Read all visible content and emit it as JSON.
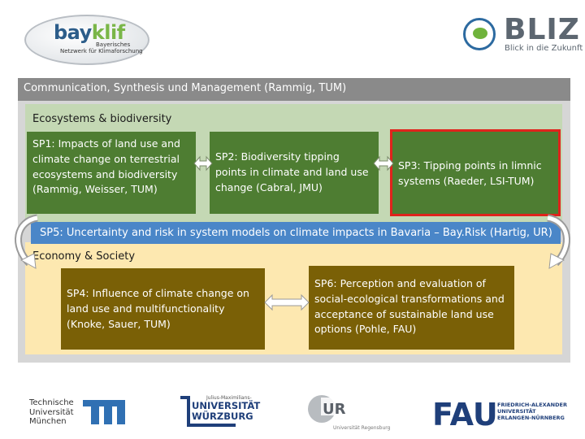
{
  "logos": {
    "bayklif": {
      "word_a": "bay",
      "word_b": "klif",
      "line1": "Bayerisches",
      "line2": "Netzwerk für Klimaforschung"
    },
    "bliz": {
      "word": "BLIZ",
      "tagline": "Blick in die Zukunft"
    },
    "tum": {
      "line1": "Technische",
      "line2": "Universität",
      "line3": "München"
    },
    "jmu": {
      "line0": "Julius-Maximilians-",
      "line1": "UNIVERSITÄT",
      "line2": "WÜRZBURG"
    },
    "ur": {
      "caption": "Universität Regensburg"
    },
    "fau": {
      "word": "FAU",
      "line1": "FRIEDRICH-ALEXANDER",
      "line2": "UNIVERSITÄT",
      "line3": "ERLANGEN-NÜRNBERG"
    }
  },
  "header": "Communication, Synthesis und Management (Rammig, TUM)",
  "ecosystems": {
    "title": "Ecosystems & biodiversity",
    "sp1": "SP1: Impacts of land use and climate change on terrestrial ecosystems and biodiversity (Rammig, Weisser, TUM)",
    "sp2": "SP2: Biodiversity tipping points in climate and land use change (Cabral, JMU)",
    "sp3": "SP3: Tipping points in limnic systems (Raeder, LSI-TUM)"
  },
  "sp5": "SP5: Uncertainty and risk in system models on climate impacts in Bavaria – Bay.Risk (Hartig, UR)",
  "economy": {
    "title": "Economy & Society",
    "sp4": "SP4: Influence of climate change on land use and multifunctionality (Knoke, Sauer, TUM)",
    "sp6": "SP6: Perception and evaluation of social-ecological transformations and acceptance of sustainable land use options (Pohle, FAU)"
  },
  "colors": {
    "header": "#8a8a8a",
    "eco_panel": "#c4d8b4",
    "eco_box": "#4e7d32",
    "econ_panel": "#fde8b0",
    "econ_box": "#7a6006",
    "sp5_bar": "#4a86c8",
    "highlight": "#e0231c"
  }
}
